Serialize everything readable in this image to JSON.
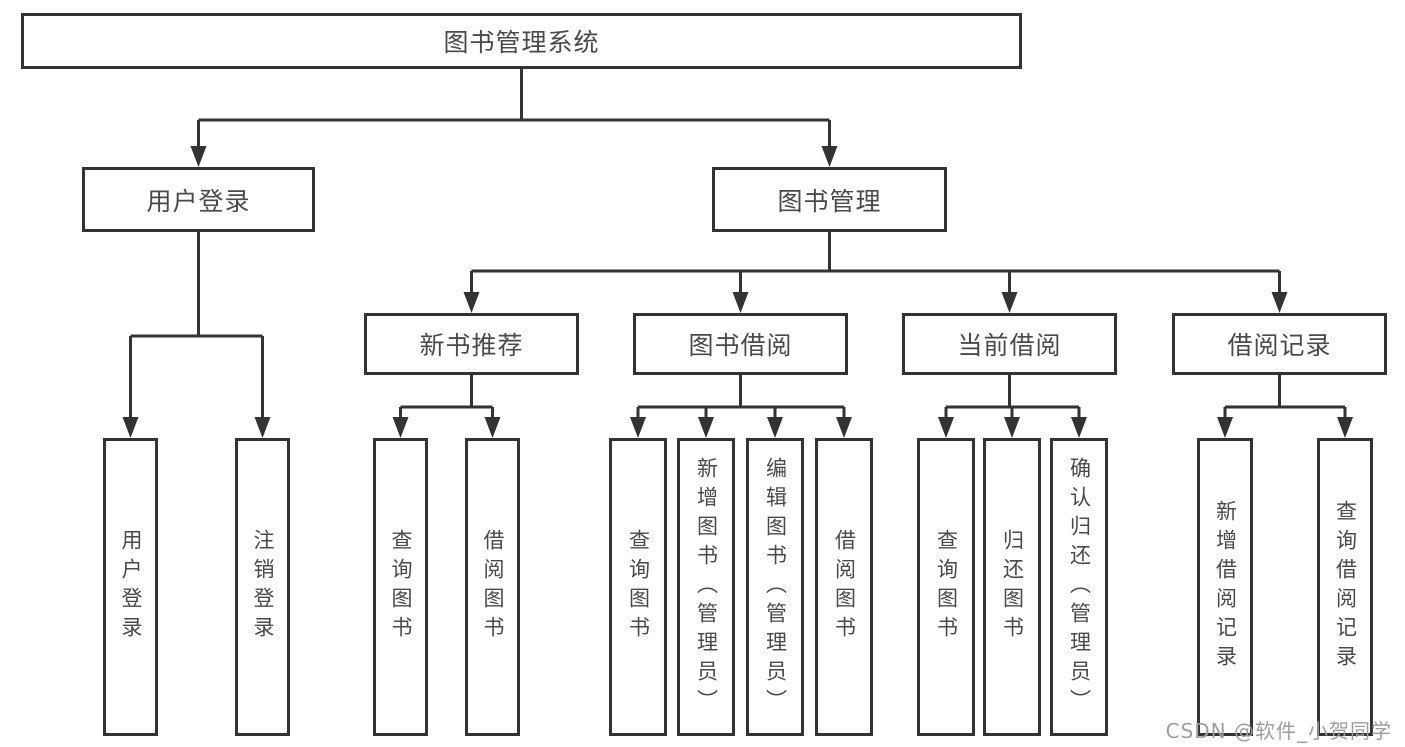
{
  "tree": {
    "label": "图书管理系统",
    "children": [
      {
        "label": "用户登录",
        "children": [
          {
            "label": "用户登录"
          },
          {
            "label": "注销登录"
          }
        ]
      },
      {
        "label": "图书管理",
        "children": [
          {
            "label": "新书推荐",
            "children": [
              {
                "label": "查询图书"
              },
              {
                "label": "借阅图书"
              }
            ]
          },
          {
            "label": "图书借阅",
            "children": [
              {
                "label": "查询图书"
              },
              {
                "label": "新增图书（管理员）"
              },
              {
                "label": "编辑图书（管理员）"
              },
              {
                "label": "借阅图书"
              }
            ]
          },
          {
            "label": "当前借阅",
            "children": [
              {
                "label": "查询图书"
              },
              {
                "label": "归还图书"
              },
              {
                "label": "确认归还（管理员）"
              }
            ]
          },
          {
            "label": "借阅记录",
            "children": [
              {
                "label": "新增借阅记录"
              },
              {
                "label": "查询借阅记录"
              }
            ]
          }
        ]
      }
    ]
  },
  "watermark": "CSDN @软件_小贺同学",
  "colors": {
    "line": "#333333",
    "box_border": "#333333",
    "box_fill": "#ffffff",
    "text": "#4a4a4a",
    "watermark": "#9e9e9e",
    "background": "#ffffff"
  }
}
